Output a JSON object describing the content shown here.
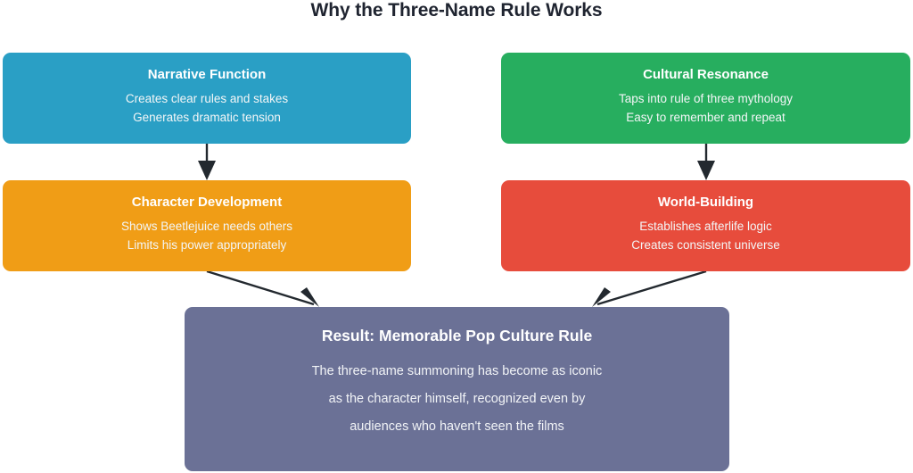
{
  "title": "Why the Three-Name Rule Works",
  "colors": {
    "narrative": "#2a9fc5",
    "cultural": "#27ae5f",
    "character": "#f09d16",
    "world": "#e74c3c",
    "result": "#6b7196",
    "connector": "#23292f",
    "title_text": "#1f2430",
    "node_text": "#ffffff"
  },
  "nodes": {
    "narrative": {
      "title": "Narrative Function",
      "line1": "Creates clear rules and stakes",
      "line2": "Generates dramatic tension"
    },
    "cultural": {
      "title": "Cultural Resonance",
      "line1": "Taps into rule of three mythology",
      "line2": "Easy to remember and repeat"
    },
    "character": {
      "title": "Character Development",
      "line1": "Shows Beetlejuice needs others",
      "line2": "Limits his power appropriately"
    },
    "world": {
      "title": "World-Building",
      "line1": "Establishes afterlife logic",
      "line2": "Creates consistent universe"
    },
    "result": {
      "title": "Result: Memorable Pop Culture Rule",
      "line1": "The three-name summoning has become as iconic",
      "line2": "as the character himself, recognized even by",
      "line3": "audiences who haven't seen the films"
    }
  },
  "connections": [
    {
      "from": "narrative",
      "to": "character",
      "style": "vertical-arrow"
    },
    {
      "from": "cultural",
      "to": "world",
      "style": "vertical-arrow"
    },
    {
      "from": "character",
      "to": "result",
      "style": "diagonal-arrow"
    },
    {
      "from": "world",
      "to": "result",
      "style": "diagonal-arrow"
    }
  ]
}
